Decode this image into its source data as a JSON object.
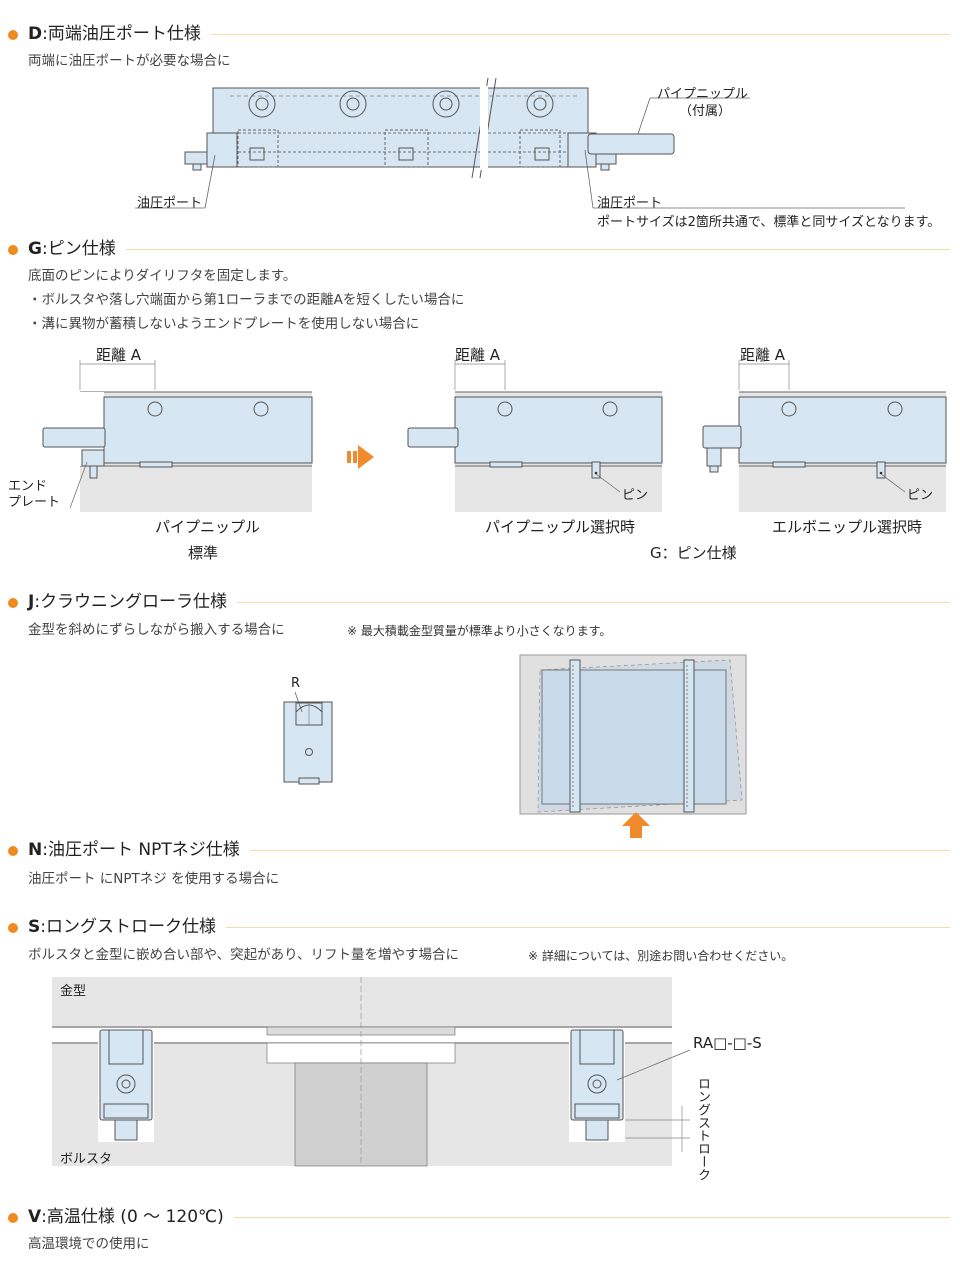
{
  "sections": {
    "d": {
      "code": "D",
      "sep": ":",
      "title": "両端油圧ポート仕様",
      "desc": "両端に油圧ポートが必要な場合に",
      "labels": {
        "pipe_nipple": "パイプニップル",
        "supplied": "（付属）",
        "port_left": "油圧ポート",
        "port_right": "油圧ポート",
        "port_note": "ポートサイズは2箇所共通で、標準と同サイズとなります。"
      }
    },
    "g": {
      "code": "G",
      "sep": ":",
      "title": "ピン仕様",
      "desc": [
        "底面のピンによりダイリフタを固定します。",
        "・ボルスタや落し穴端面から第1ローラまでの距離Aを短くしたい場合に",
        "・溝に異物が蓄積しないようエンドプレートを使用しない場合に"
      ],
      "labels": {
        "dist_a1": "距離 A",
        "dist_a2": "距離 A",
        "dist_a3": "距離 A",
        "end_plate_1": "エンド",
        "end_plate_2": "プレート",
        "pin_1": "ピン",
        "pin_2": "ピン",
        "cap_1": "パイプニップル",
        "cap_1b": "標準",
        "cap_2": "パイプニップル選択時",
        "cap_3": "エルボニップル選択時",
        "cap_g": "G：ピン仕様"
      }
    },
    "j": {
      "code": "J",
      "sep": ":",
      "title": "クラウニングローラ仕様",
      "desc": "金型を斜めにずらしながら搬入する場合に",
      "note": "※ 最大積載金型質量が標準より小さくなります。",
      "labels": {
        "r": "R"
      }
    },
    "n": {
      "code": "N",
      "sep": ":",
      "title": "油圧ポート NPTネジ仕様",
      "desc": "油圧ポート にNPTネジ を使用する場合に"
    },
    "s": {
      "code": "S",
      "sep": ":",
      "title": "ロングストローク仕様",
      "desc": "ボルスタと金型に嵌め合い部や、突起があり、リフト量を増やす場合に",
      "note": "※ 詳細については、別途お問い合わせください。",
      "labels": {
        "die": "金型",
        "bolster": "ボルスタ",
        "model": "RA□-□-S",
        "long_stroke": "ロングストローク"
      }
    },
    "v": {
      "code": "V",
      "sep": ":",
      "title": "高温仕様 (0 ～ 120℃)",
      "desc": "高温環境での使用に"
    }
  },
  "colors": {
    "accent": "#ef8a1f",
    "rule": "#f5dcaa",
    "part_fill": "#d6e6f2",
    "part_stroke": "#555555",
    "base_fill": "#e6e6e6",
    "arrow": "#f08a2c"
  },
  "icons": {
    "bullet": "orange-dot-icon",
    "arrow": "orange-arrow-icon"
  }
}
